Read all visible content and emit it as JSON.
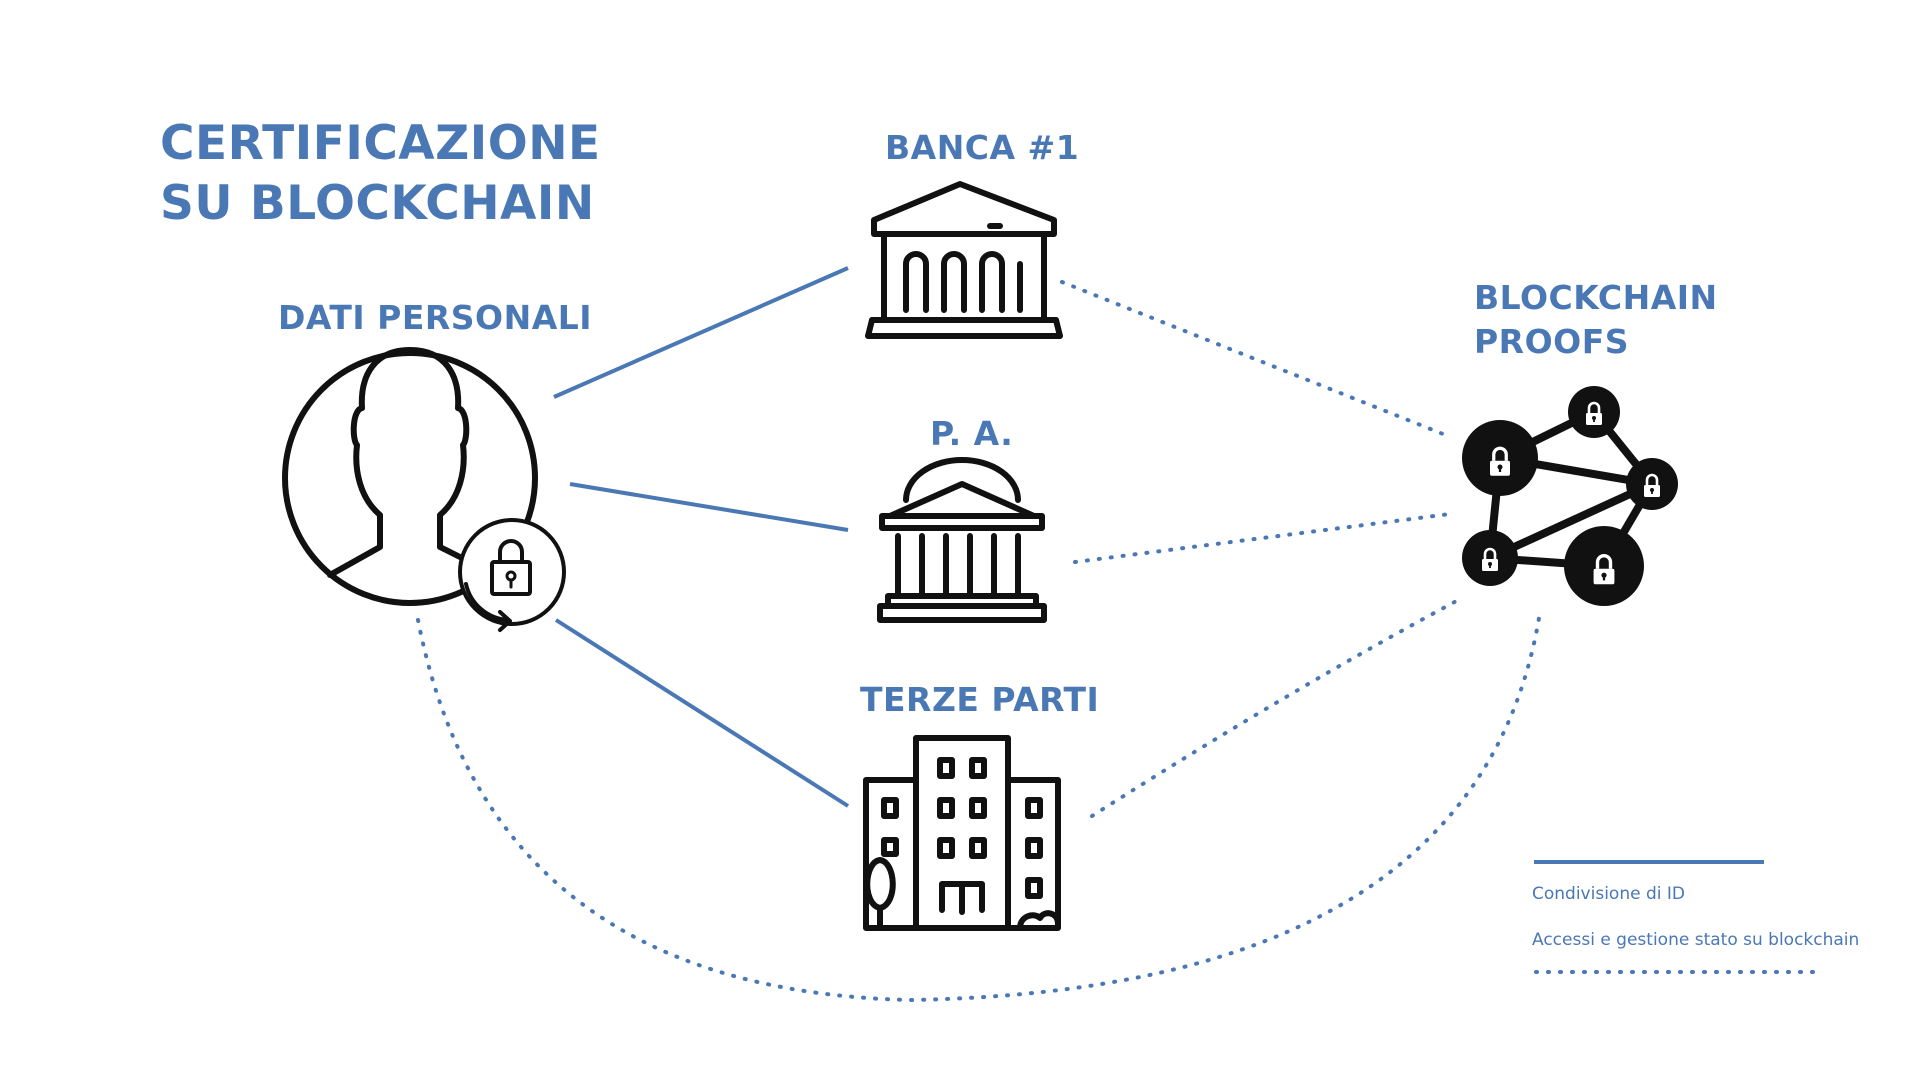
{
  "title": {
    "line1": "CERTIFICAZIONE",
    "line2": "SU BLOCKCHAIN"
  },
  "nodes": {
    "personal_data": {
      "label": "DATI PERSONALI",
      "icon": "user-lock-icon"
    },
    "bank": {
      "label": "BANCA #1",
      "icon": "bank-icon"
    },
    "public_admin": {
      "label": "P. A.",
      "icon": "government-building-icon"
    },
    "third_parties": {
      "label": "TERZE PARTI",
      "icon": "office-building-icon"
    },
    "blockchain": {
      "label_line1": "BLOCKCHAIN",
      "label_line2": "PROOFS",
      "icon": "blockchain-network-icon"
    }
  },
  "legend": {
    "solid_label": "Condivisione di ID",
    "dotted_label": "Accessi e gestione stato su blockchain"
  },
  "colors": {
    "accent": "#4a78b5",
    "icon": "#111111",
    "background": "#ffffff"
  }
}
